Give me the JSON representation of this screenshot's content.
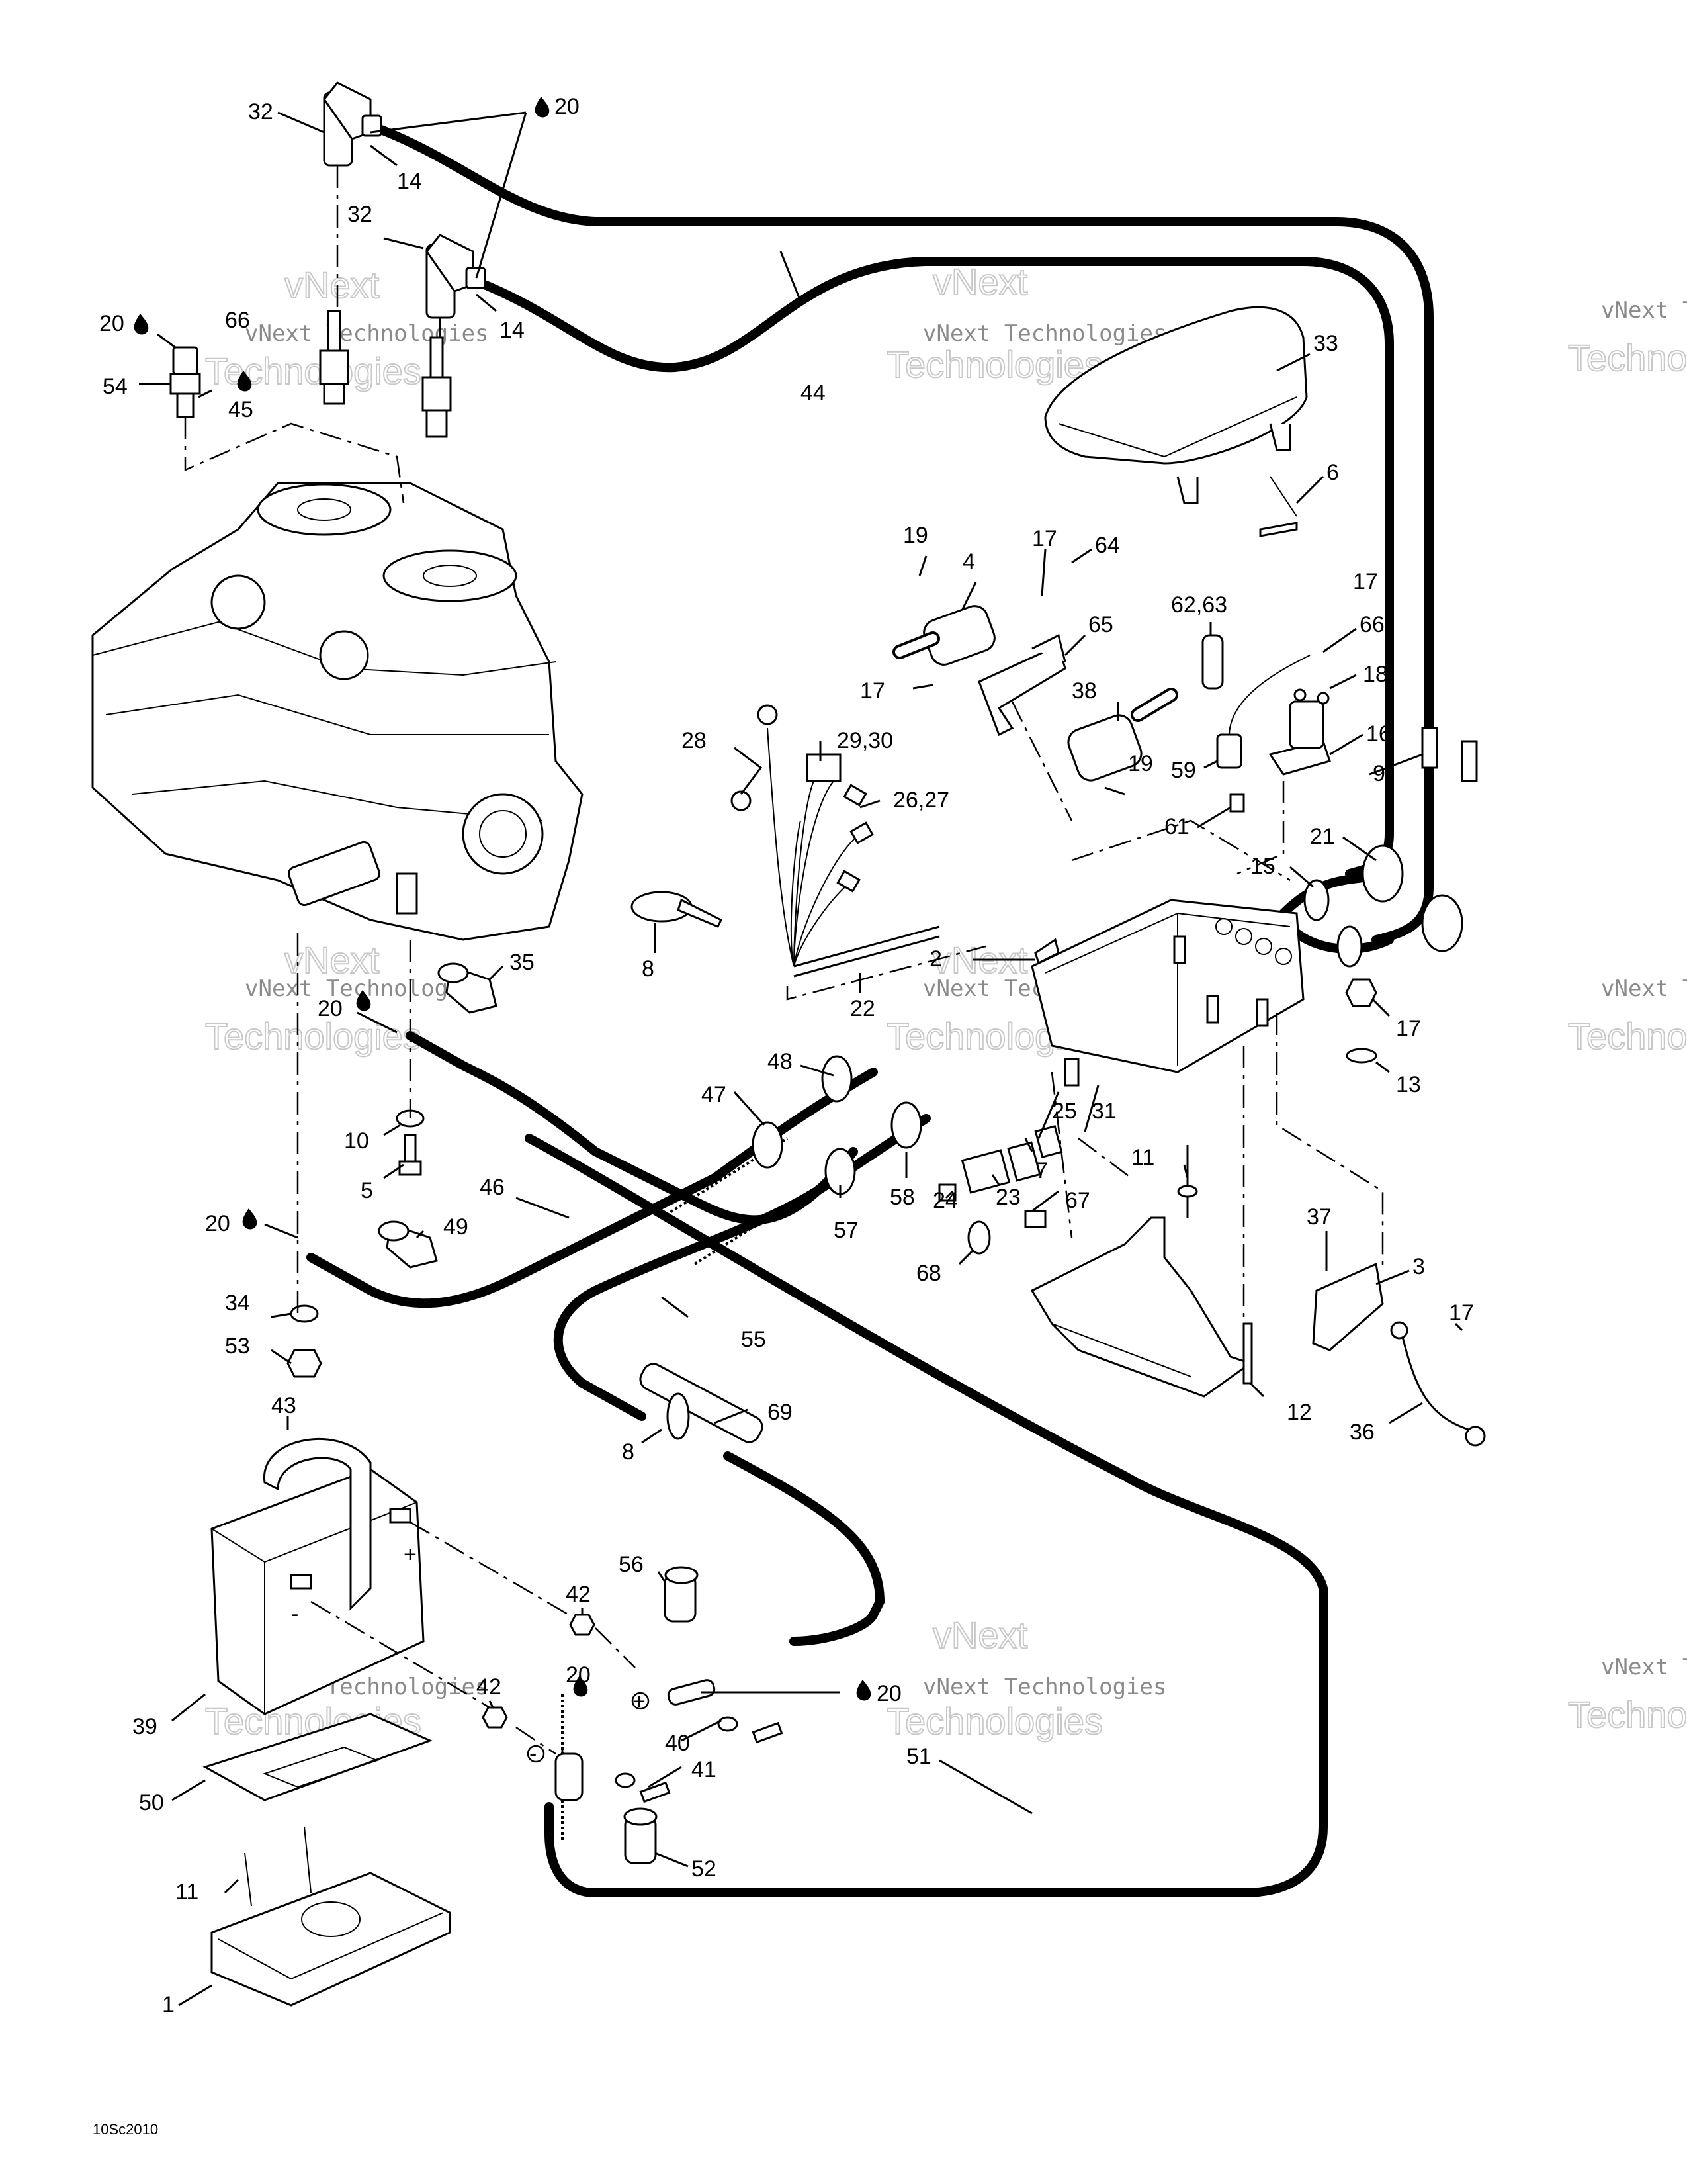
{
  "watermark": {
    "line1": "vNext",
    "line2": "vNext Technologies",
    "line3": "Technologies"
  },
  "diagram_code": "10Sc2010",
  "symbols": {
    "plus": "+",
    "minus": "-",
    "oil_drop_icon": "oil-drop-icon"
  },
  "callouts": [
    {
      "id": "c32a",
      "text": "32"
    },
    {
      "id": "c20a",
      "text": "20"
    },
    {
      "id": "c14a",
      "text": "14"
    },
    {
      "id": "c32b",
      "text": "32"
    },
    {
      "id": "c14b",
      "text": "14"
    },
    {
      "id": "c44",
      "text": "44"
    },
    {
      "id": "c20b",
      "text": "20"
    },
    {
      "id": "c66a",
      "text": "66"
    },
    {
      "id": "c54",
      "text": "54"
    },
    {
      "id": "c45",
      "text": "45"
    },
    {
      "id": "c33",
      "text": "33"
    },
    {
      "id": "c6",
      "text": "6"
    },
    {
      "id": "c19a",
      "text": "19"
    },
    {
      "id": "c4",
      "text": "4"
    },
    {
      "id": "c17a",
      "text": "17"
    },
    {
      "id": "c64",
      "text": "64"
    },
    {
      "id": "c65",
      "text": "65"
    },
    {
      "id": "c6263",
      "text": "62,63"
    },
    {
      "id": "c17b",
      "text": "17"
    },
    {
      "id": "c66b",
      "text": "66"
    },
    {
      "id": "c18",
      "text": "18"
    },
    {
      "id": "c17c",
      "text": "17"
    },
    {
      "id": "c38",
      "text": "38"
    },
    {
      "id": "c16",
      "text": "16"
    },
    {
      "id": "c59",
      "text": "59"
    },
    {
      "id": "c9",
      "text": "9"
    },
    {
      "id": "c19b",
      "text": "19"
    },
    {
      "id": "c61",
      "text": "61"
    },
    {
      "id": "c2930",
      "text": "29,30"
    },
    {
      "id": "c28",
      "text": "28"
    },
    {
      "id": "c2627",
      "text": "26,27"
    },
    {
      "id": "c21",
      "text": "21"
    },
    {
      "id": "c15",
      "text": "15"
    },
    {
      "id": "c8a",
      "text": "8"
    },
    {
      "id": "c22",
      "text": "22"
    },
    {
      "id": "c2",
      "text": "2"
    },
    {
      "id": "c35",
      "text": "35"
    },
    {
      "id": "c20c",
      "text": "20"
    },
    {
      "id": "c17d",
      "text": "17"
    },
    {
      "id": "c13",
      "text": "13"
    },
    {
      "id": "c48",
      "text": "48"
    },
    {
      "id": "c47",
      "text": "47"
    },
    {
      "id": "c10",
      "text": "10"
    },
    {
      "id": "c25",
      "text": "25"
    },
    {
      "id": "c31",
      "text": "31"
    },
    {
      "id": "c7",
      "text": "7"
    },
    {
      "id": "c11a",
      "text": "11"
    },
    {
      "id": "c5",
      "text": "5"
    },
    {
      "id": "c46",
      "text": "46"
    },
    {
      "id": "c58",
      "text": "58"
    },
    {
      "id": "c24",
      "text": "24"
    },
    {
      "id": "c23",
      "text": "23"
    },
    {
      "id": "c67",
      "text": "67"
    },
    {
      "id": "c57",
      "text": "57"
    },
    {
      "id": "c20d",
      "text": "20"
    },
    {
      "id": "c49",
      "text": "49"
    },
    {
      "id": "c37",
      "text": "37"
    },
    {
      "id": "c3",
      "text": "3"
    },
    {
      "id": "c68",
      "text": "68"
    },
    {
      "id": "c34",
      "text": "34"
    },
    {
      "id": "c55",
      "text": "55"
    },
    {
      "id": "c17e",
      "text": "17"
    },
    {
      "id": "c53",
      "text": "53"
    },
    {
      "id": "c12",
      "text": "12"
    },
    {
      "id": "c36",
      "text": "36"
    },
    {
      "id": "c43",
      "text": "43"
    },
    {
      "id": "c69",
      "text": "69"
    },
    {
      "id": "c8b",
      "text": "8"
    },
    {
      "id": "c56",
      "text": "56"
    },
    {
      "id": "c42a",
      "text": "42"
    },
    {
      "id": "c42b",
      "text": "42"
    },
    {
      "id": "c20e",
      "text": "20"
    },
    {
      "id": "c20f",
      "text": "20"
    },
    {
      "id": "c39",
      "text": "39"
    },
    {
      "id": "c40",
      "text": "40"
    },
    {
      "id": "c41",
      "text": "41"
    },
    {
      "id": "c50",
      "text": "50"
    },
    {
      "id": "c51",
      "text": "51"
    },
    {
      "id": "c52",
      "text": "52"
    },
    {
      "id": "c11b",
      "text": "11"
    },
    {
      "id": "c1",
      "text": "1"
    }
  ]
}
